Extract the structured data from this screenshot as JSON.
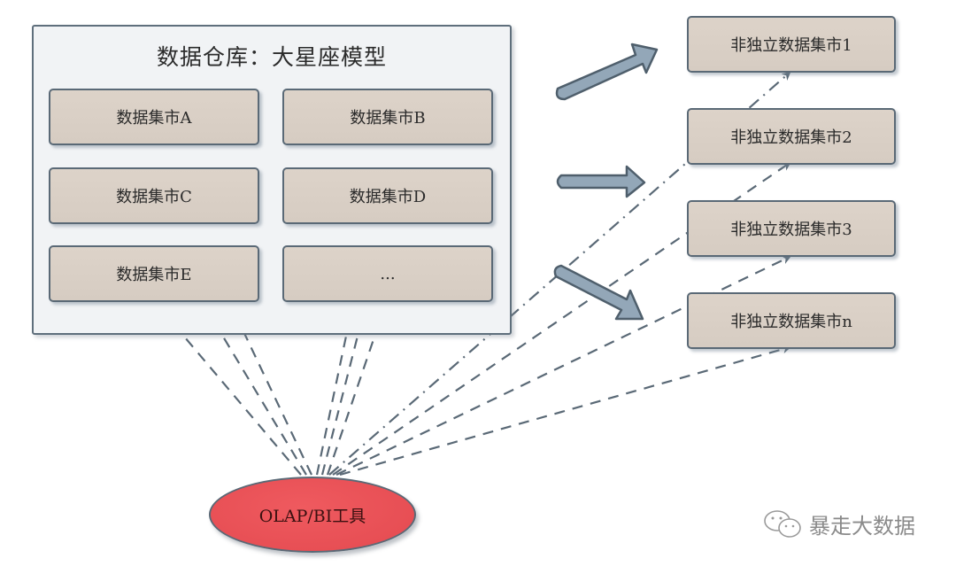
{
  "warehouse": {
    "title": "数据仓库：大星座模型",
    "marts": [
      {
        "label": "数据集市A"
      },
      {
        "label": "数据集市B"
      },
      {
        "label": "数据集市C"
      },
      {
        "label": "数据集市D"
      },
      {
        "label": "数据集市E"
      },
      {
        "label": "..."
      }
    ]
  },
  "dependent_marts": [
    {
      "label": "非独立数据集市1"
    },
    {
      "label": "非独立数据集市2"
    },
    {
      "label": "非独立数据集市3"
    },
    {
      "label": "非独立数据集市n"
    }
  ],
  "tool": {
    "label": "OLAP/BI工具"
  },
  "watermark": {
    "text": "暴走大数据",
    "icon": "wechat-icon"
  },
  "colors": {
    "box_fill": "#d9cfc5",
    "box_border": "#5a6976",
    "arrow_fill": "#93a7b8",
    "line": "#5a6976",
    "tool_fill": "#e84f55",
    "warehouse_bg": "#f1f3f5"
  }
}
